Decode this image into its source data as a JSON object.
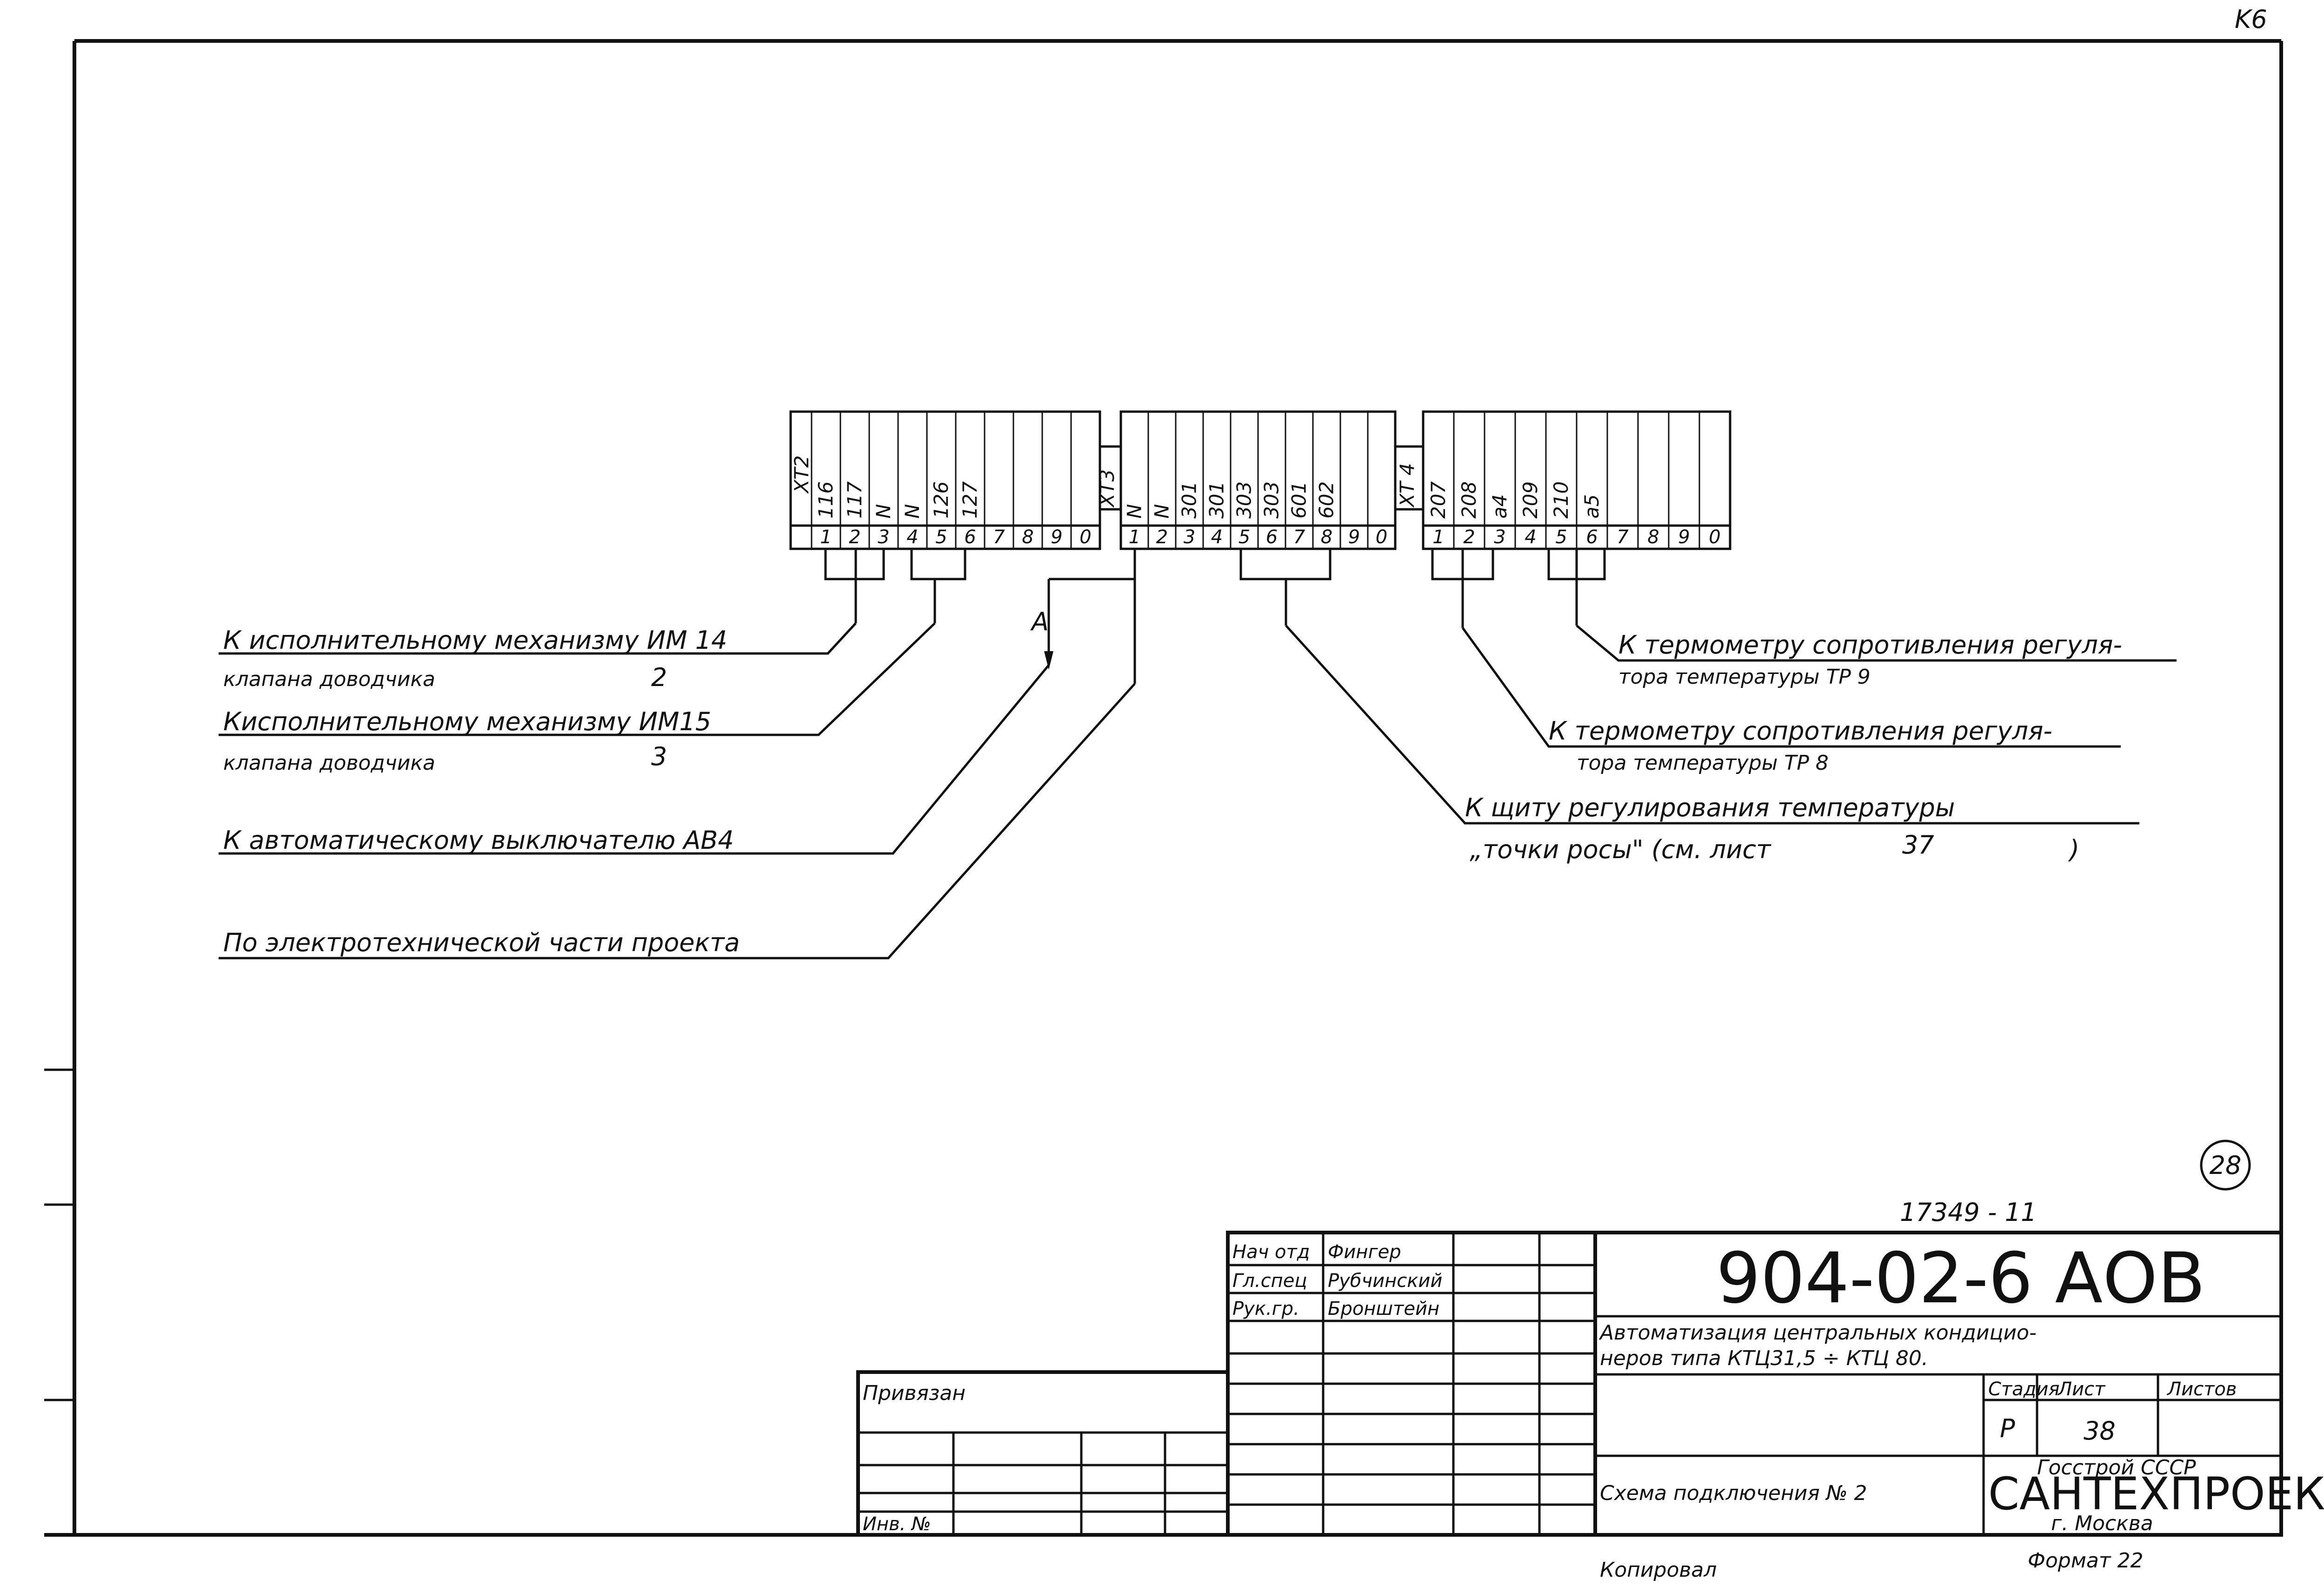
{
  "corner_mark": "K6",
  "sheet_circle_number": "28",
  "reg_number": "17349 - 11",
  "blocks": [
    {
      "id": "XT2",
      "labels": [
        "116",
        "117",
        "N",
        "N",
        "126",
        "127",
        "",
        "",
        "",
        ""
      ],
      "numbers": [
        "1",
        "2",
        "3",
        "4",
        "5",
        "6",
        "7",
        "8",
        "9",
        "0"
      ]
    },
    {
      "id": "XT3",
      "labels": [
        "N",
        "N",
        "301",
        "301",
        "303",
        "303",
        "601",
        "602",
        "",
        ""
      ],
      "numbers": [
        "1",
        "2",
        "3",
        "4",
        "5",
        "6",
        "7",
        "8",
        "9",
        "0"
      ]
    },
    {
      "id": "XT 4",
      "labels": [
        "207",
        "208",
        "a4",
        "209",
        "210",
        "a5",
        "",
        "",
        "",
        ""
      ],
      "numbers": [
        "1",
        "2",
        "3",
        "4",
        "5",
        "6",
        "7",
        "8",
        "9",
        "0"
      ]
    }
  ],
  "cable_letter": "A",
  "callouts": {
    "im14_line1": "К исполнительному механизму ИМ 14",
    "im14_line2": "клапана доводчика",
    "im14_num": "2",
    "im15_line1": "Кисполнительному механизму ИМ15",
    "im15_line2": "клапана доводчика",
    "im15_num": "3",
    "ab4": "К автоматическому выключателю АВ4",
    "elec": "По электротехнической части проекта",
    "tp9_line1": "К термометру сопротивления регуля-",
    "tp9_line2": "тора температуры ТР 9",
    "tp8_line1": "К термометру сопротивления регуля-",
    "tp8_line2": "тора температуры ТР 8",
    "dew_line1": "К щиту регулирования температуры",
    "dew_line2": "„точки росы\" (см. лист",
    "dew_sheet": "37",
    "dew_close": ")"
  },
  "title_block": {
    "sign_rows": [
      {
        "role": "Нач отд",
        "name": "Фингер"
      },
      {
        "role": "Гл.спец",
        "name": "Рубчинский"
      },
      {
        "role": "Рук.гр.",
        "name": "Бронштейн"
      }
    ],
    "code": "904-02-6 АОВ",
    "title_line1": "Автоматизация центральных кондицио-",
    "title_line2": "неров типа КТЦ31,5 ÷ КТЦ 80.",
    "stage_header": "Стадия",
    "sheet_header": "Лист",
    "sheets_header": "Листов",
    "stage_value": "Р",
    "sheet_value": "38",
    "sheets_value": "",
    "scheme_name": "Схема подключения № 2",
    "org_line1": "Госстрой СССР",
    "org_line2": "САНТЕХПРОЕКТ",
    "org_line3": "г. Москва",
    "attached_label": "Привязан",
    "inv_label": "Инв. № "
  },
  "footer": {
    "copied": "Копировал",
    "format": "Формат 22"
  }
}
